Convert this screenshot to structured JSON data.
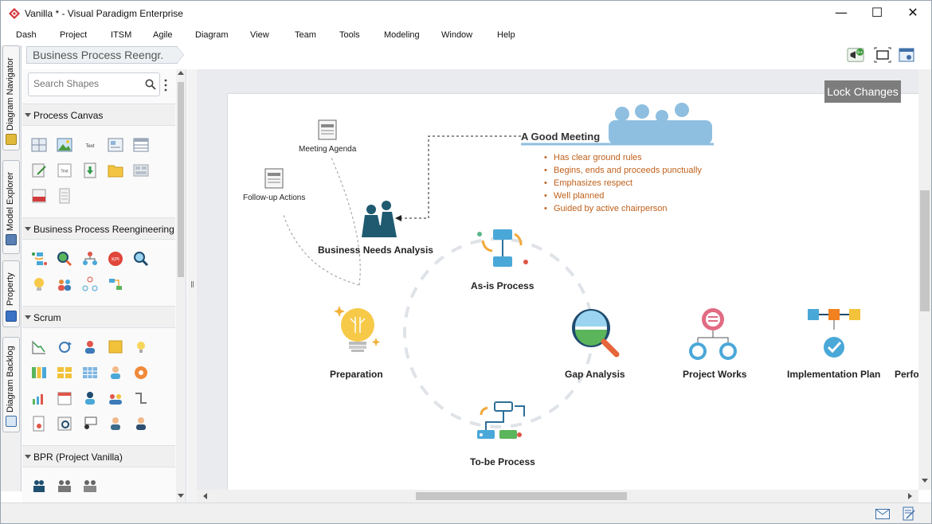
{
  "window": {
    "title": "Vanilla * - Visual Paradigm Enterprise",
    "minimize": "—",
    "maximize": "☐",
    "close": "✕"
  },
  "menu": [
    "Dash",
    "Project",
    "ITSM",
    "Agile",
    "Diagram",
    "View",
    "Team",
    "Tools",
    "Modeling",
    "Window",
    "Help"
  ],
  "breadcrumb": "Business Process Reengr.",
  "toolbar": {
    "notification_badge": "9+"
  },
  "side_tabs": [
    "Diagram Navigator",
    "Model Explorer",
    "Property",
    "Diagram Backlog"
  ],
  "palette": {
    "search_placeholder": "Search Shapes",
    "sections": [
      {
        "label": "Process Canvas"
      },
      {
        "label": "Business Process Reengineering"
      },
      {
        "label": "Scrum"
      },
      {
        "label": "BPR (Project Vanilla)"
      }
    ],
    "text_shape_label": "Text",
    "small_text_label": "Text"
  },
  "canvas": {
    "lock_button": "Lock Changes",
    "meeting_title": "A Good Meeting",
    "meeting_items": [
      "Has clear ground rules",
      "Begins, ends and proceeds punctually",
      "Emphasizes respect",
      "Well planned",
      "Guided by active chairperson"
    ],
    "meeting_agenda": "Meeting Agenda",
    "followup": "Follow-up Actions",
    "business_needs": "Business Needs Analysis",
    "asis": "As-is Process",
    "tobe": "To-be Process",
    "preparation": "Preparation",
    "gap": "Gap Analysis",
    "project_works": "Project Works",
    "implementation": "Implementation Plan",
    "performance_partial": "Perfo"
  },
  "colors": {
    "accent_orange": "#c0601b",
    "people_blue": "#8fbfe0",
    "process_blue": "#4aa8d8",
    "lock_gray": "#7d7d7d"
  }
}
